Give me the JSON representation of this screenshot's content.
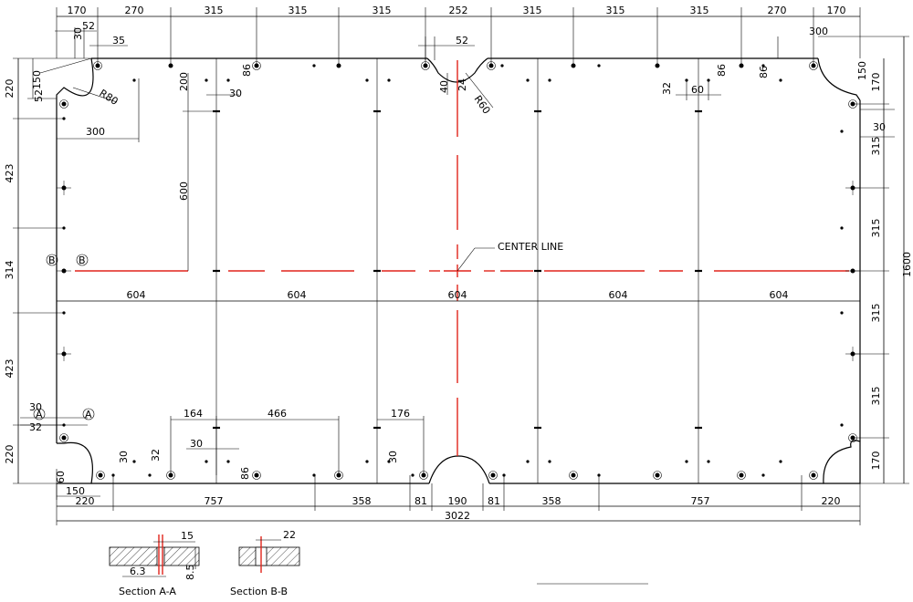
{
  "top_dims": [
    "170",
    "270",
    "315",
    "315",
    "315",
    "252",
    "315",
    "315",
    "315",
    "270",
    "170"
  ],
  "bottom_dims": [
    "220",
    "757",
    "358",
    "81",
    "190",
    "81",
    "358",
    "757",
    "220"
  ],
  "overall_width": "3022",
  "overall_height": "1600",
  "left_dims": [
    "220",
    "423",
    "314",
    "423",
    "220"
  ],
  "right_dims": [
    "170",
    "315",
    "315",
    "315",
    "315",
    "170"
  ],
  "panel_widths": [
    "604",
    "604",
    "604",
    "604",
    "604"
  ],
  "detail_labels": {
    "tl_52": "52",
    "tl_30": "30",
    "tl_35": "35",
    "tl_150": "150",
    "tl_52b": "52",
    "tl_r80": "R80",
    "tl_300": "300",
    "tm_52": "52",
    "tm_40": "40",
    "tm_24": "24",
    "tm_r60": "R60",
    "tr_300": "300",
    "tr_150": "150",
    "tr_30": "30",
    "p1_86": "86",
    "p1_200": "200",
    "p1_30": "30",
    "p1_600": "600",
    "p4_32": "32",
    "p4_60": "60",
    "p4_86": "86",
    "p5_86": "86",
    "bl_30": "30",
    "bl_32": "32",
    "bl_164": "164",
    "bl_466": "466",
    "bl_176": "176",
    "bl_30b": "30",
    "bl_32b": "32",
    "bl_30c": "30",
    "bl_86": "86",
    "bl_30d": "30",
    "bl_60": "60",
    "bl_150": "150",
    "sec_a_15": "15",
    "sec_a_63": "6.3",
    "sec_a_85": "8.5",
    "sec_b_22": "22"
  },
  "callouts": {
    "a": "A",
    "b": "B"
  },
  "center_line_label": "CENTER LINE",
  "section_a_title": "Section A-A",
  "section_b_title": "Section B-B",
  "colors": {
    "line": "#000000",
    "center": "#e0241b"
  }
}
